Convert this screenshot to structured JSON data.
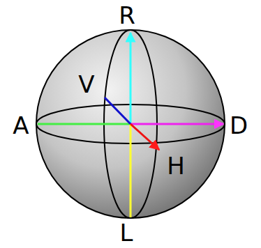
{
  "diagram": {
    "labels": [
      "R",
      "V",
      "A",
      "D",
      "H",
      "L"
    ]
  }
}
